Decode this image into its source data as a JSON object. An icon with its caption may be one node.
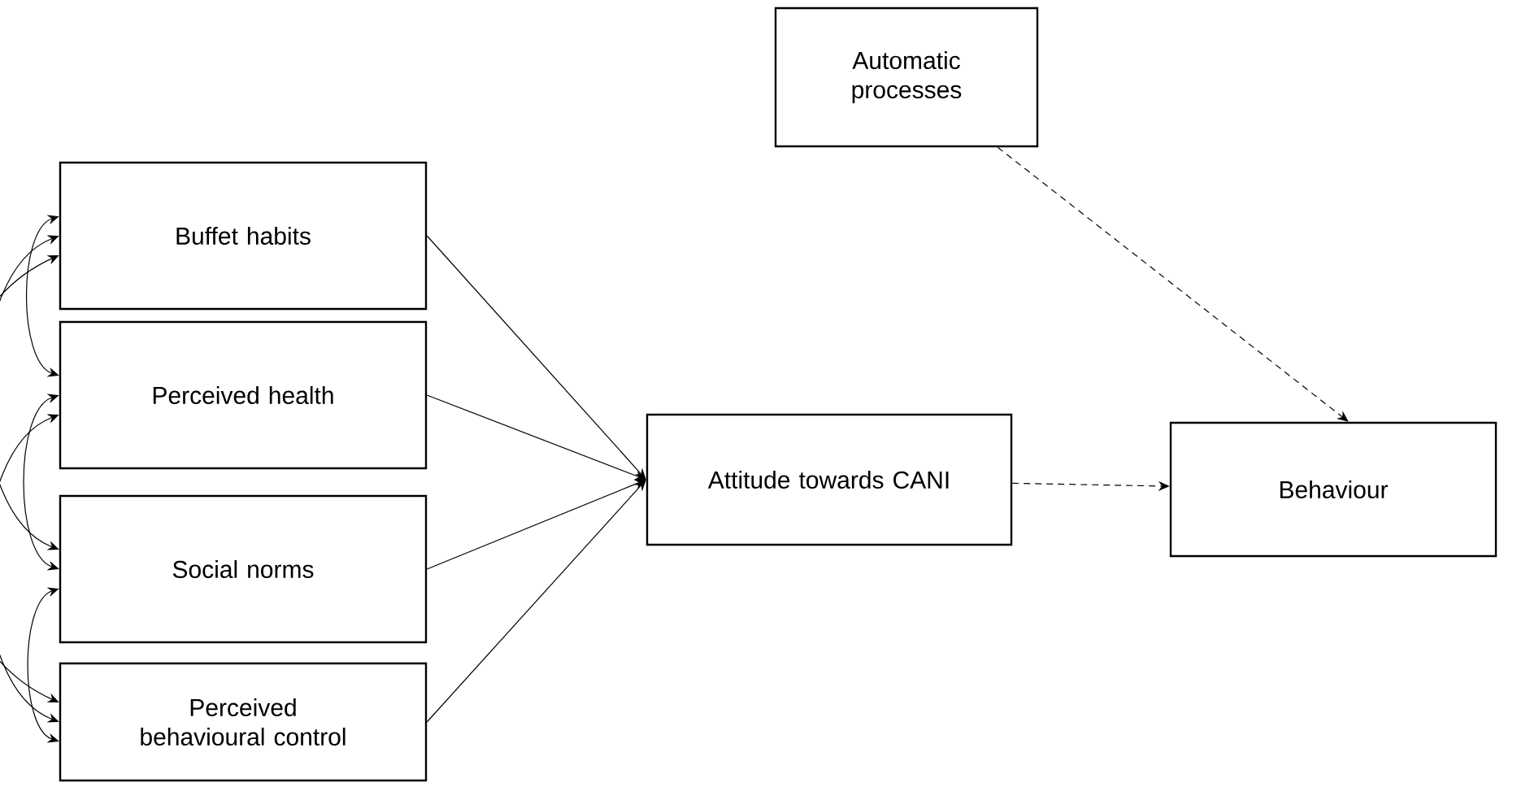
{
  "diagram": {
    "nodes": [
      {
        "text": [
          "Automatic processes"
        ]
      },
      {
        "text": [
          "Buffet habits"
        ]
      },
      {
        "text": [
          "Perceived health"
        ]
      },
      {
        "text": [
          "Social norms"
        ]
      },
      {
        "text": [
          "Perceived behavioural control"
        ]
      },
      {
        "text": [
          "Attitude towards CANI"
        ]
      },
      {
        "text": [
          "Behaviour"
        ]
      }
    ],
    "edges": [
      {
        "from": 1,
        "to": 5,
        "arrow": "to"
      },
      {
        "from": 2,
        "to": 5,
        "arrow": "to"
      },
      {
        "from": 3,
        "to": 5,
        "arrow": "to"
      },
      {
        "from": 4,
        "to": 5,
        "arrow": "to"
      },
      {
        "from": 5,
        "to": 6,
        "arrow": "to",
        "style": "dashed"
      },
      {
        "from": 0,
        "to": 6,
        "arrow": "to",
        "style": "dashed"
      },
      {
        "from": 1,
        "to": 2,
        "arrow": "both"
      },
      {
        "from": 1,
        "to": 3,
        "arrow": "both"
      },
      {
        "from": 1,
        "to": 4,
        "arrow": "both"
      },
      {
        "from": 2,
        "to": 3,
        "arrow": "both"
      },
      {
        "from": 2,
        "to": 4,
        "arrow": "both"
      },
      {
        "from": 3,
        "to": 4,
        "arrow": "both"
      }
    ]
  }
}
